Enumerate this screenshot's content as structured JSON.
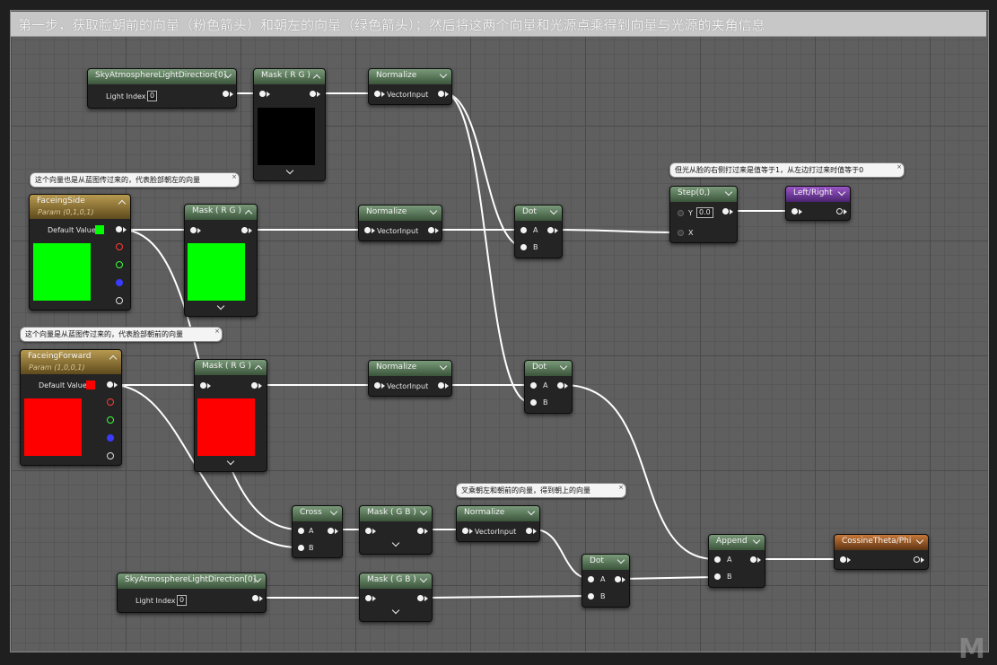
{
  "comment": "第一步，获取脸朝前的向量（粉色箭头）和朝左的向量（绿色箭头）；然后将这两个向量和光源点乘得到向量与光源的夹角信息",
  "bubbles": {
    "faceing_side": "这个向量也是从蓝图传过来的，代表脸部朝左的向量",
    "faceing_forward": "这个向量是从蓝图传过来的，代表脸部朝前的向量",
    "step": "但光从脸的右侧打过来是值等于1，从左边打过来时值等于0",
    "cross": "叉乘朝左和朝前的向量，得到朝上的向量"
  },
  "nodes": {
    "sky1": {
      "title": "SkyAtmosphereLightDirection[0]",
      "label": "Light Index",
      "value": "0"
    },
    "sky2": {
      "title": "SkyAtmosphereLightDirection[0]",
      "label": "Light Index",
      "value": "0"
    },
    "mask_rg_1": {
      "title": "Mask ( R G )"
    },
    "mask_rg_2": {
      "title": "Mask ( R G )"
    },
    "mask_rg_3": {
      "title": "Mask ( R G )"
    },
    "mask_gb_1": {
      "title": "Mask ( G B )"
    },
    "mask_gb_2": {
      "title": "Mask ( G B )"
    },
    "normalize_1": {
      "title": "Normalize",
      "pin": "VectorInput"
    },
    "normalize_2": {
      "title": "Normalize",
      "pin": "VectorInput"
    },
    "normalize_3": {
      "title": "Normalize",
      "pin": "VectorInput"
    },
    "normalize_4": {
      "title": "Normalize",
      "pin": "VectorInput"
    },
    "faceing_side": {
      "title": "FaceingSide",
      "sub": "Param (0,1,0,1)",
      "label": "Default Value",
      "color": "#00ff00"
    },
    "faceing_forward": {
      "title": "FaceingForward",
      "sub": "Param (1,0,0,1)",
      "label": "Default Value",
      "color": "#ff0000"
    },
    "dot_1": {
      "title": "Dot",
      "a": "A",
      "b": "B"
    },
    "dot_2": {
      "title": "Dot",
      "a": "A",
      "b": "B"
    },
    "dot_3": {
      "title": "Dot",
      "a": "A",
      "b": "B"
    },
    "cross": {
      "title": "Cross",
      "a": "A",
      "b": "B"
    },
    "step": {
      "title": "Step(0,)",
      "y_label": "Y",
      "y_value": "0.0",
      "x_label": "X"
    },
    "left_right": {
      "title": "Left/Right"
    },
    "append": {
      "title": "Append",
      "a": "A",
      "b": "B"
    },
    "cosine": {
      "title": "CossineTheta/Phi"
    }
  },
  "colors": {
    "black_preview": "#000000",
    "green_preview": "#00ff00",
    "red_preview": "#ff0000",
    "channel_r": "#ff3b3b",
    "channel_g": "#3bff3b",
    "channel_b": "#3b3bff",
    "channel_a": "#dddddd"
  }
}
